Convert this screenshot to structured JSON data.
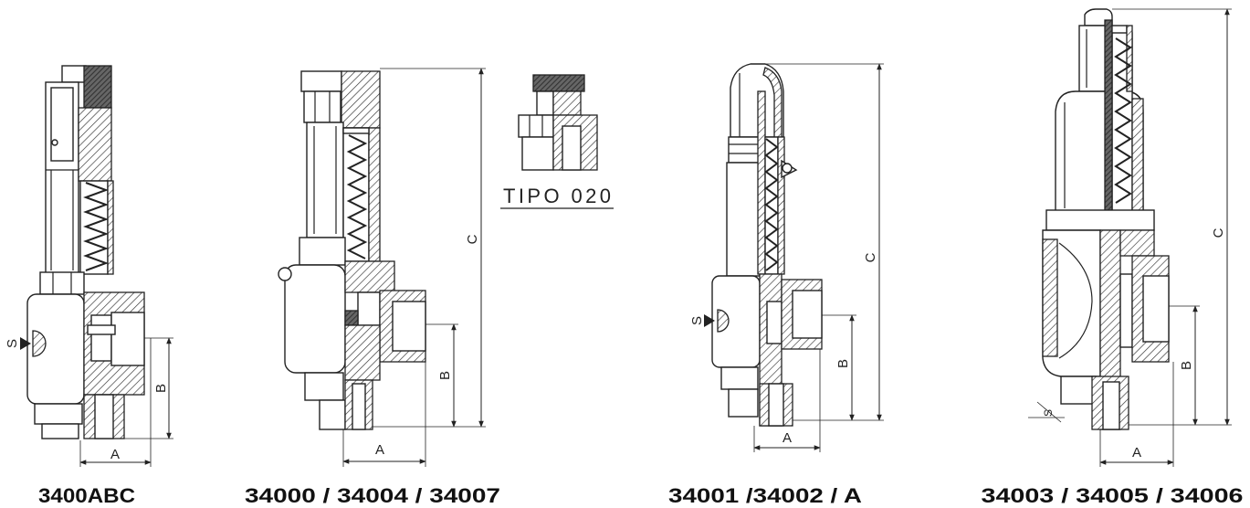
{
  "valves": [
    {
      "caption": "3400ABC",
      "dim_a": "A",
      "dim_b": "B",
      "dim_s": "S"
    },
    {
      "caption": "34000 / 34004 / 34007",
      "dim_a": "A",
      "dim_b": "B",
      "dim_c": "C"
    },
    {
      "caption": "34001 /34002 / A",
      "dim_a": "A",
      "dim_b": "B",
      "dim_c": "C",
      "dim_s": "S"
    },
    {
      "caption": "34003 / 34005 / 34006",
      "dim_a": "A",
      "dim_b": "B",
      "dim_c": "C",
      "dim_s": "S"
    }
  ],
  "inset": {
    "caption": "TIPO 020"
  },
  "colors": {
    "line": "#222222",
    "background": "#ffffff",
    "hatch": "#333333"
  }
}
